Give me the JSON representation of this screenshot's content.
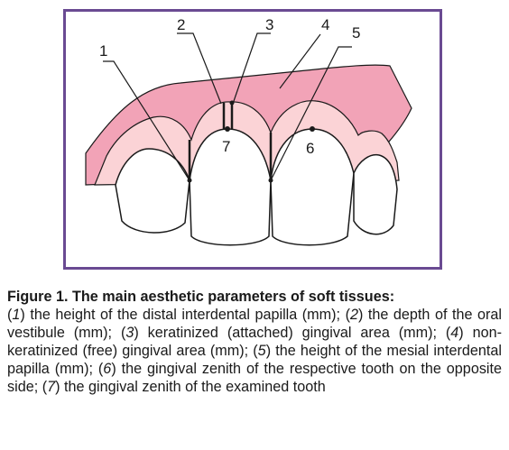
{
  "figure": {
    "labels": [
      "1",
      "2",
      "3",
      "4",
      "5",
      "6",
      "7"
    ]
  },
  "caption": {
    "title": "Figure 1. The main aesthetic parameters of soft tissues:",
    "items": [
      {
        "num": "1",
        "text": " the height of the distal interdental papilla (mm); "
      },
      {
        "num": "2",
        "text": " the depth of the oral vestibule  (mm); "
      },
      {
        "num": "3",
        "text": " keratinized (attached) gingival area (mm); "
      },
      {
        "num": "4",
        "text": " non-keratinized (free) gingival area (mm); "
      },
      {
        "num": "5",
        "text": " the height of the mesial interdental papilla (mm); "
      },
      {
        "num": "6",
        "text": " the gingival zenith of the respective tooth on the opposite side; "
      },
      {
        "num": "7",
        "text": " the gingival zenith of the examined tooth"
      }
    ]
  },
  "colors": {
    "frame": "#6a4a92",
    "mucosa": "#f2a3b7",
    "gingiva": "#fbd3d6",
    "outline": "#1a1a1a"
  }
}
